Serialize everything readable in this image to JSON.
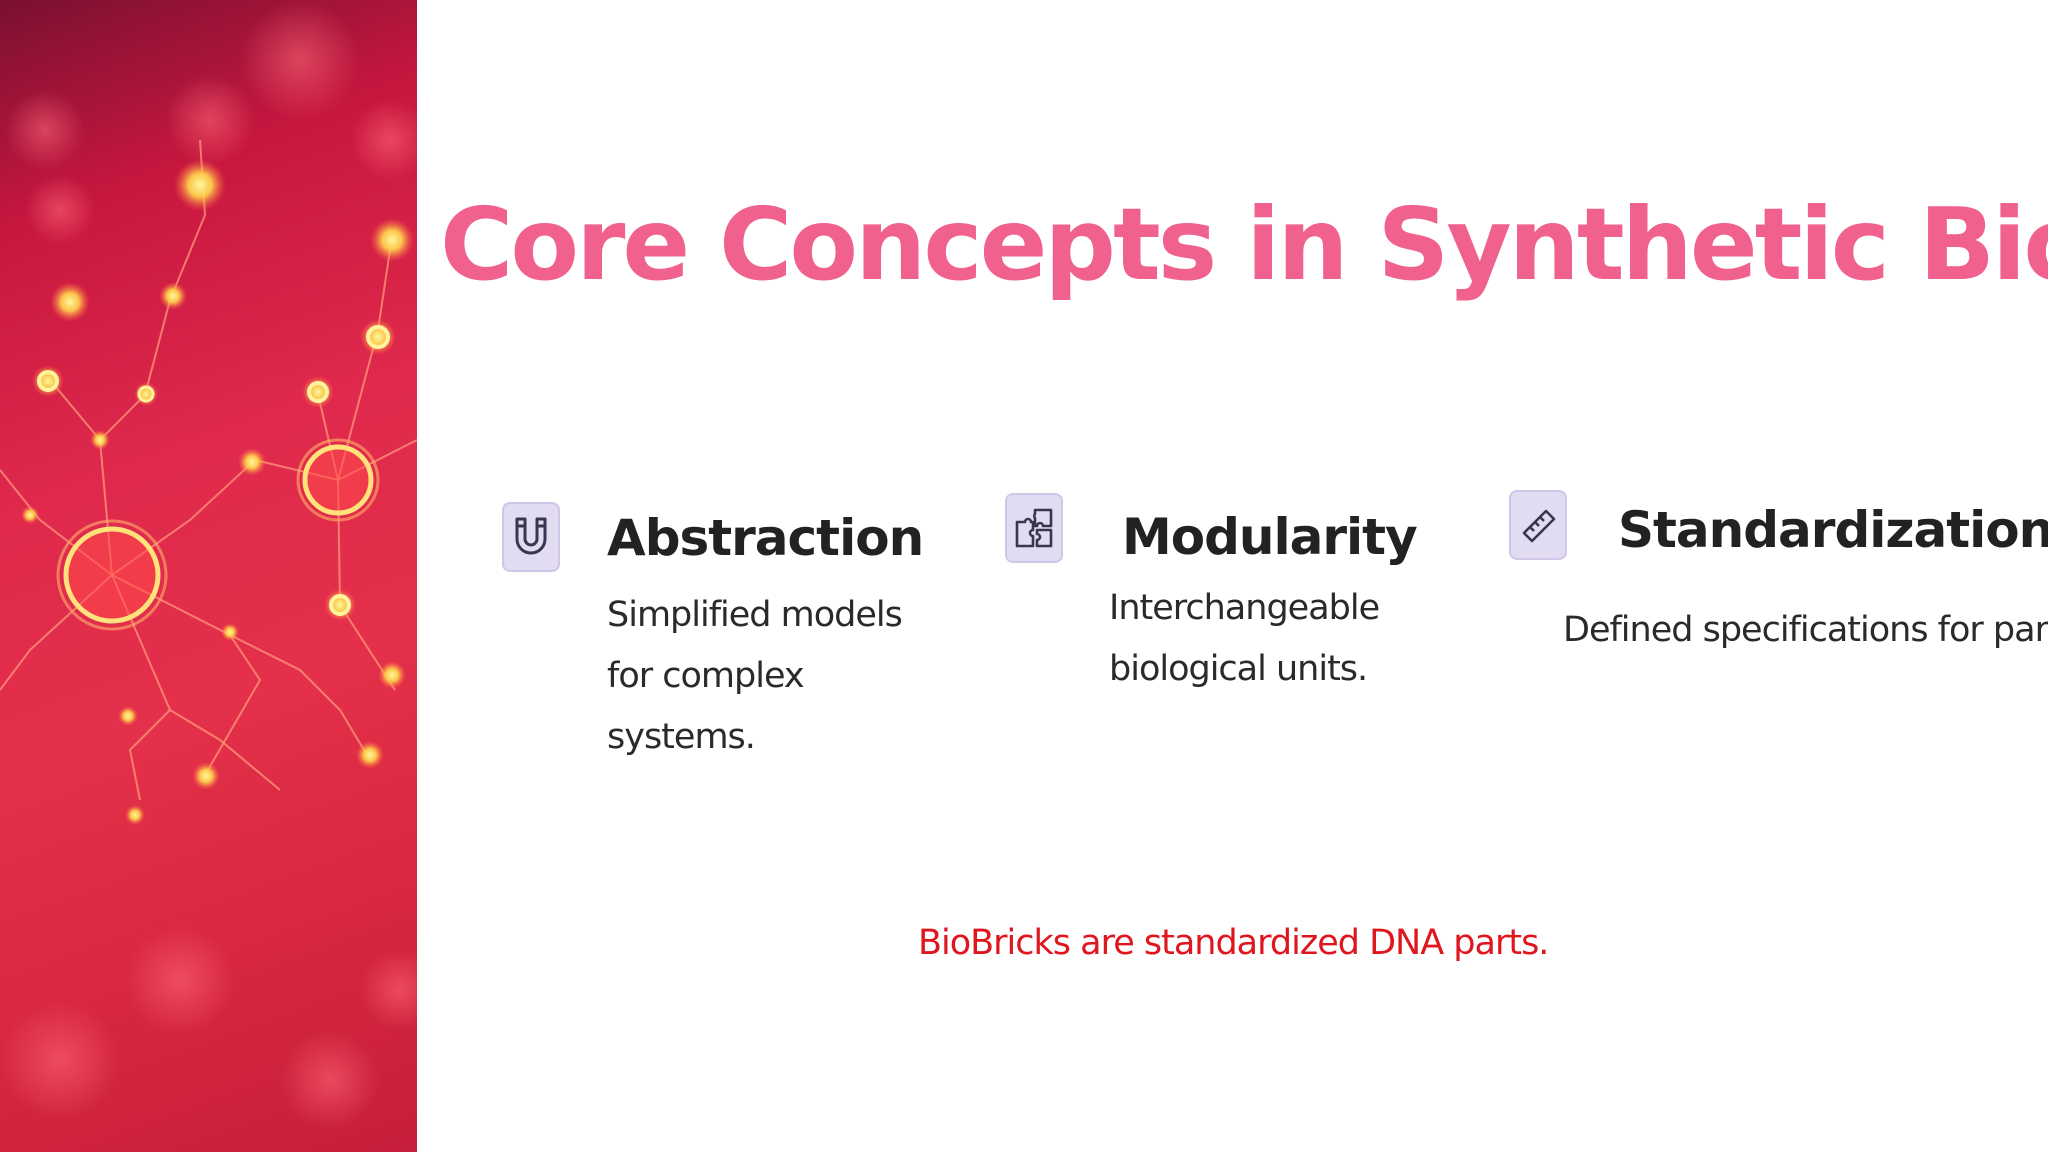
{
  "slide": {
    "title": "Core Concepts in Synthetic Biology",
    "concepts": [
      {
        "icon": "magnet-icon",
        "heading": "Abstraction",
        "text": "Simplified models for complex systems."
      },
      {
        "icon": "puzzle-icon",
        "heading": "Modularity",
        "text": "Interchangeable biological units."
      },
      {
        "icon": "ruler-icon",
        "heading": "Standardization",
        "text": "Defined specifications for parts."
      }
    ],
    "note": "BioBricks are standardized DNA parts.",
    "colors": {
      "title": "#f0628d",
      "note": "#e0161e",
      "icon_bg": "#e2dcf2",
      "side_image": "#e0294d"
    }
  }
}
